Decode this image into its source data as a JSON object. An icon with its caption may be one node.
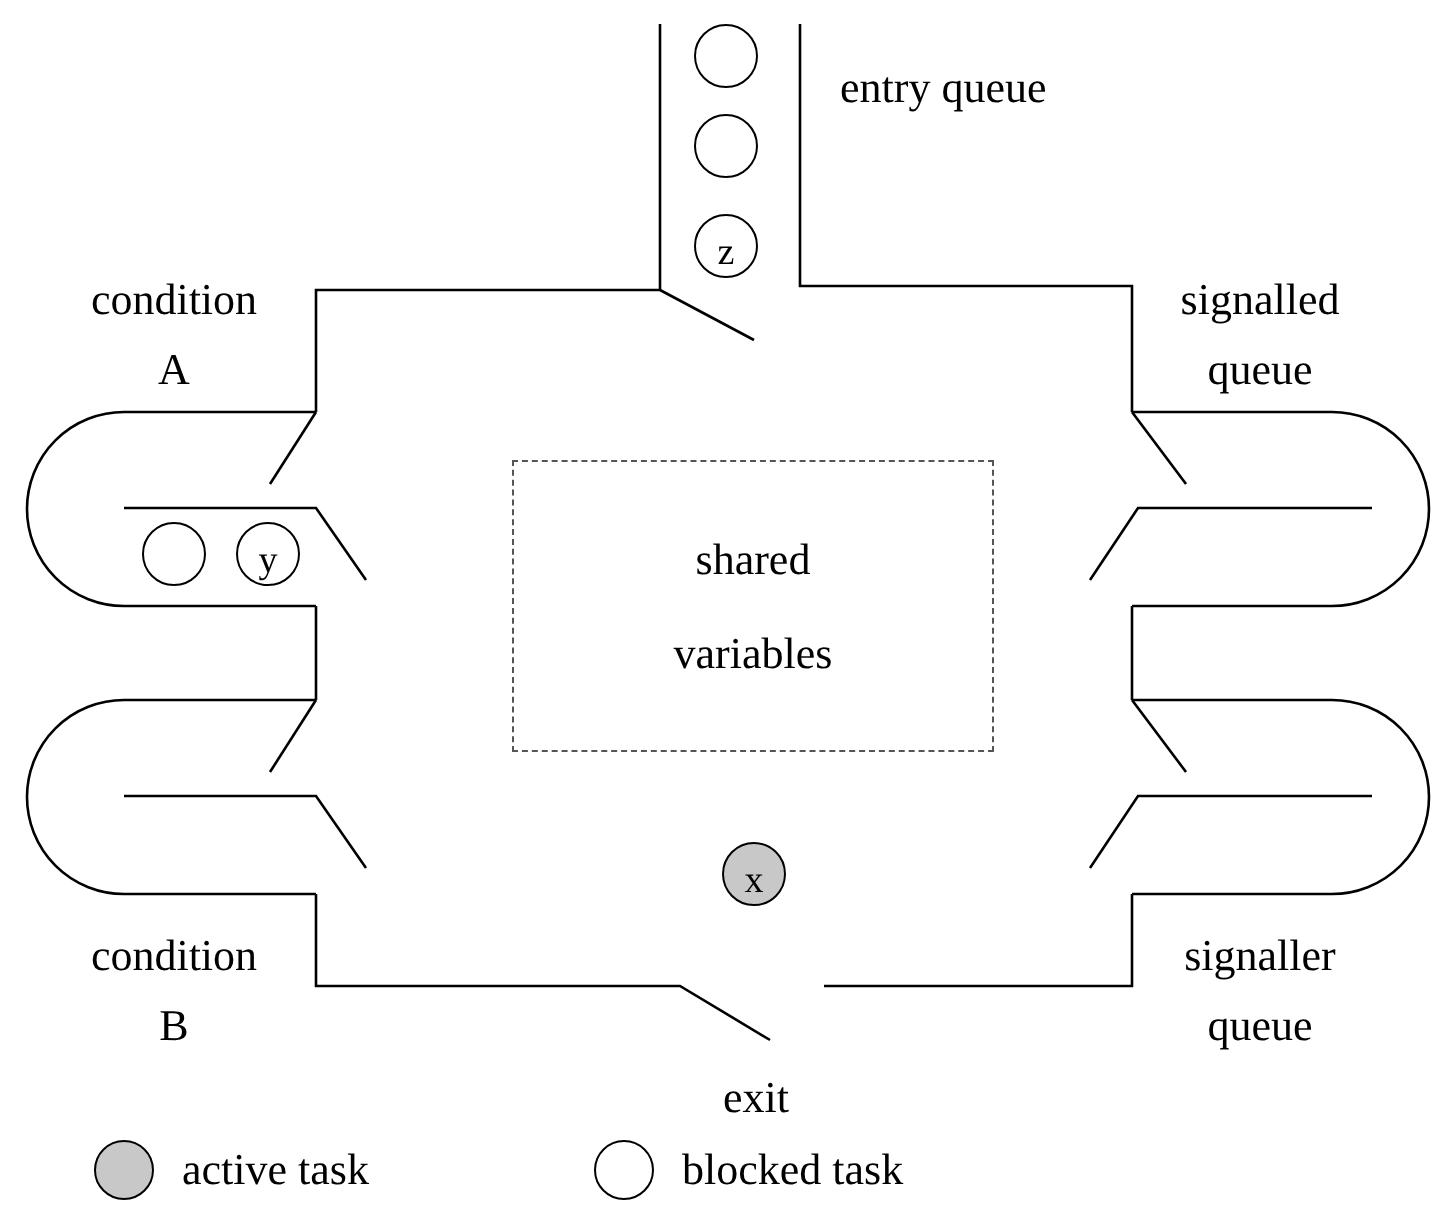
{
  "diagram": {
    "nodes": [
      {
        "text": [],
        "shape": "circle"
      },
      {
        "text": [],
        "shape": "circle"
      },
      {
        "text": [
          "z"
        ]
      },
      {
        "text": [
          "shared variables"
        ]
      },
      {
        "text": [],
        "shape": "circle"
      },
      {
        "text": [
          "y"
        ]
      },
      {
        "text": [
          "x"
        ]
      }
    ],
    "labels": [
      "entry queue",
      "condition A",
      "signalled queue",
      "condition B",
      "signaller queue",
      "exit"
    ],
    "legend": [
      {
        "text": "active task",
        "color": "#c8c8c8"
      },
      {
        "text": "blocked task",
        "color": "#ffffff"
      }
    ]
  }
}
